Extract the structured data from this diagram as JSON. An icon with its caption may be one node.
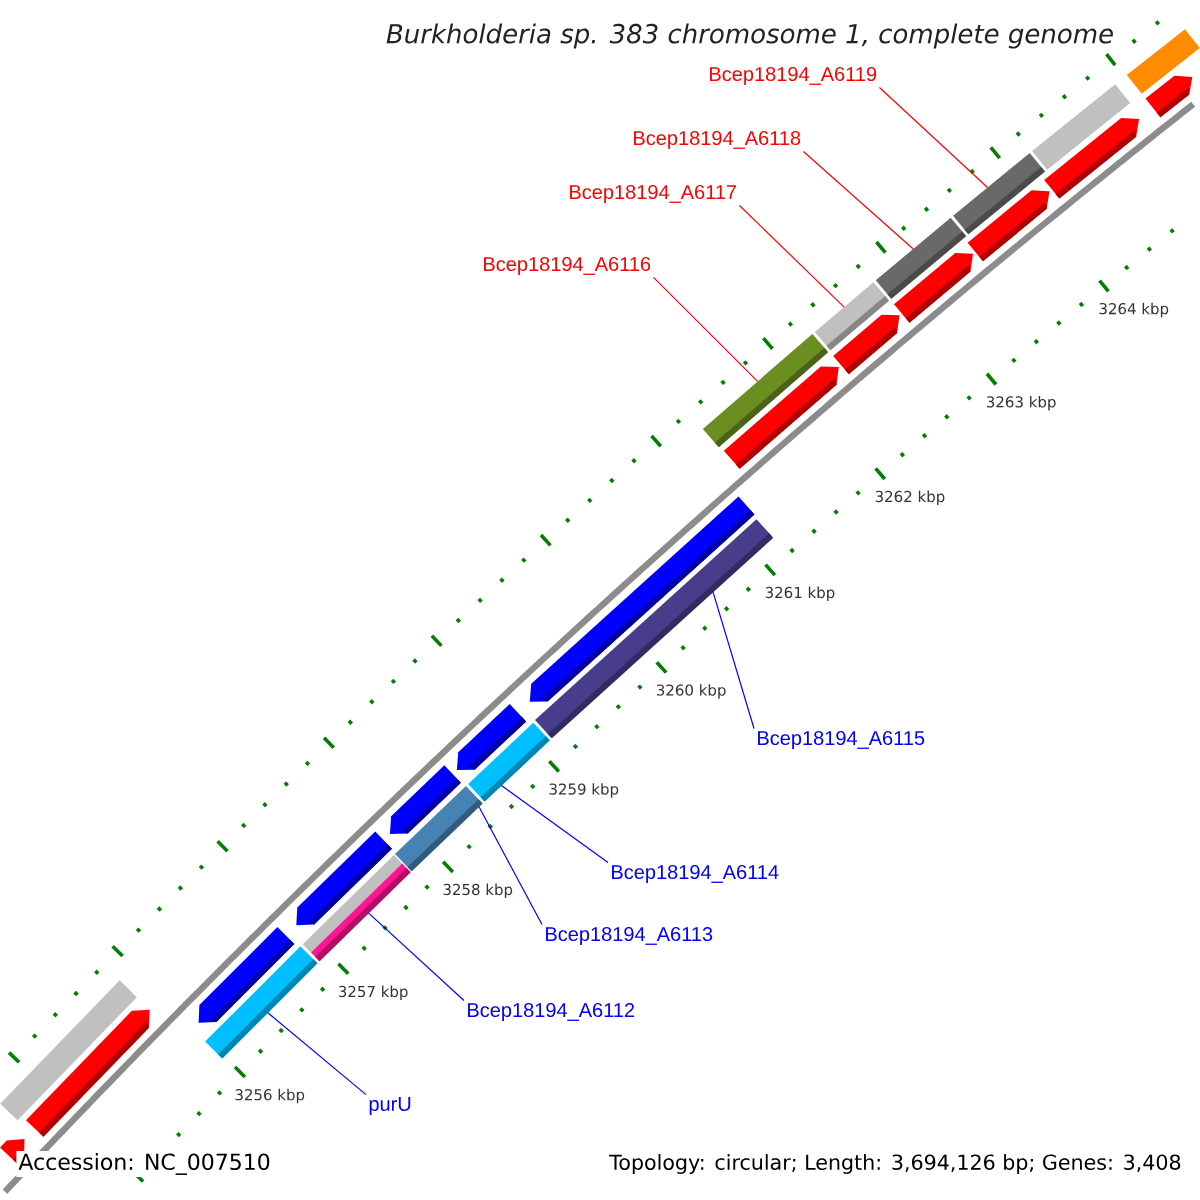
{
  "diagram": {
    "title": "Burkholderia sp. 383 chromosome 1, complete genome",
    "nodes": [
      {
        "text": [
          "Bcep18194_A6119"
        ]
      },
      {
        "text": [
          "Bcep18194_A6118"
        ]
      },
      {
        "text": [
          "Bcep18194_A6117"
        ]
      },
      {
        "text": [
          "Bcep18194_A6116"
        ]
      },
      {
        "text": [],
        "shape": "bar"
      },
      {
        "text": [],
        "shape": "bar"
      },
      {
        "text": [],
        "shape": "bar"
      },
      {
        "text": [],
        "shape": "bar"
      },
      {
        "text": [
          "Bcep18194_A6115"
        ]
      },
      {
        "text": [
          "Bcep18194_A6114"
        ]
      },
      {
        "text": [
          "Bcep18194_A6113"
        ]
      },
      {
        "text": [
          "Bcep18194_A6112"
        ]
      },
      {
        "text": [
          "purU"
        ]
      },
      {
        "text": [],
        "shape": "bar"
      },
      {
        "text": [],
        "shape": "bar"
      },
      {
        "text": [],
        "shape": "bar"
      },
      {
        "text": [],
        "shape": "bar"
      },
      {
        "text": [],
        "shape": "bar"
      }
    ],
    "edges": [
      {
        "from": 3,
        "to": 4,
        "arrow": "none",
        "color": "#ff0000"
      },
      {
        "from": 2,
        "to": 5,
        "arrow": "none",
        "color": "#ff0000"
      },
      {
        "from": 1,
        "to": 6,
        "arrow": "none",
        "color": "#ff0000"
      },
      {
        "from": 0,
        "to": 7,
        "arrow": "none",
        "color": "#ff0000"
      },
      {
        "from": 12,
        "to": 13,
        "arrow": "none",
        "color": "#0000ff"
      },
      {
        "from": 11,
        "to": 14,
        "arrow": "none",
        "color": "#0000ff"
      },
      {
        "from": 10,
        "to": 15,
        "arrow": "none",
        "color": "#0000ff"
      },
      {
        "from": 9,
        "to": 16,
        "arrow": "none",
        "color": "#0000ff"
      },
      {
        "from": 8,
        "to": 17,
        "arrow": "none",
        "color": "#0000ff"
      }
    ],
    "labels": [
      "3264 kbp",
      "3263 kbp",
      "3262 kbp",
      "3261 kbp",
      "3260 kbp",
      "3259 kbp",
      "3258 kbp",
      "3257 kbp",
      "3256 kbp",
      "Accession: NC_007510",
      "Topology: circular; Length: 3,694,126 bp; Genes: 3,408"
    ]
  }
}
